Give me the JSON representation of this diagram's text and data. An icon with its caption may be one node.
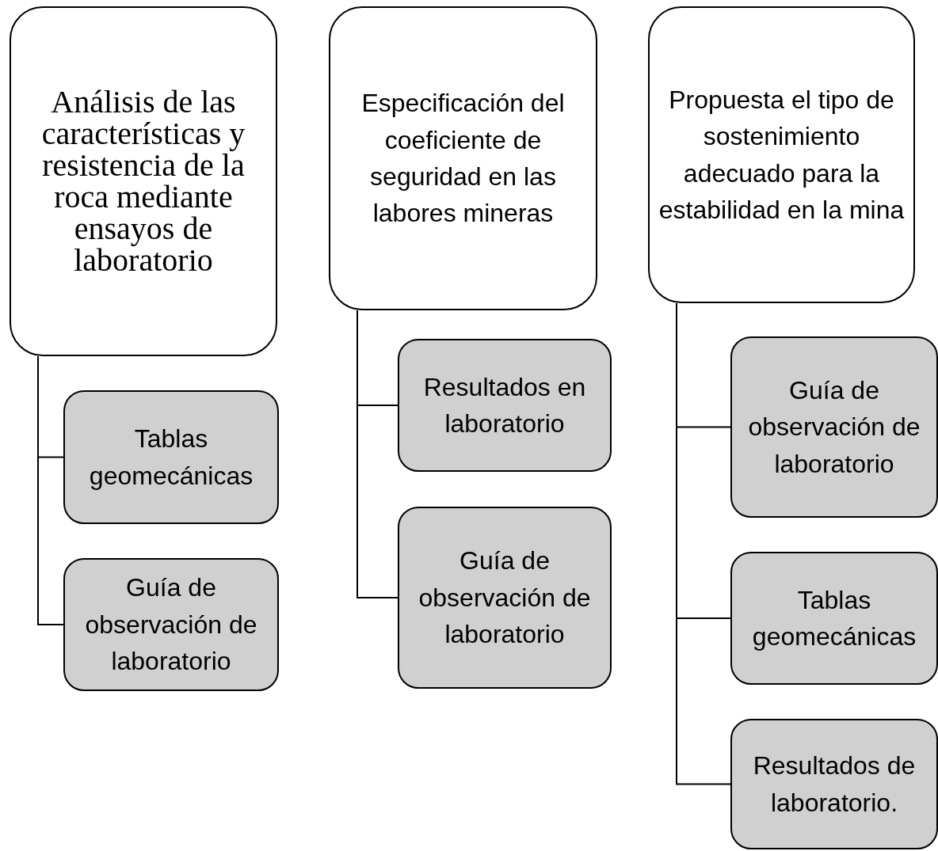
{
  "diagram": {
    "nodes": [
      {
        "text": [
          "Análisis de las características y resistencia de la roca mediante ensayos de laboratorio"
        ]
      },
      {
        "text": [
          "Tablas geomecánicas"
        ]
      },
      {
        "text": [
          "Guía de observación de laboratorio"
        ]
      },
      {
        "text": [
          "Especificación del coeficiente de seguridad en las labores mineras"
        ]
      },
      {
        "text": [
          "Resultados en laboratorio"
        ]
      },
      {
        "text": [
          "Guía de observación de laboratorio"
        ]
      },
      {
        "text": [
          "Propuesta el tipo de sostenimiento adecuado para la estabilidad en la mina"
        ]
      },
      {
        "text": [
          "Guía de observación de laboratorio"
        ]
      },
      {
        "text": [
          "Tablas geomecánicas"
        ]
      },
      {
        "text": [
          "Resultados de laboratorio."
        ]
      }
    ],
    "edges": [
      {
        "from": 0,
        "to": 1,
        "arrow": "none"
      },
      {
        "from": 0,
        "to": 2,
        "arrow": "none"
      },
      {
        "from": 3,
        "to": 4,
        "arrow": "none"
      },
      {
        "from": 3,
        "to": 5,
        "arrow": "none"
      },
      {
        "from": 6,
        "to": 7,
        "arrow": "none"
      },
      {
        "from": 6,
        "to": 8,
        "arrow": "none"
      },
      {
        "from": 6,
        "to": 9,
        "arrow": "none"
      }
    ]
  }
}
